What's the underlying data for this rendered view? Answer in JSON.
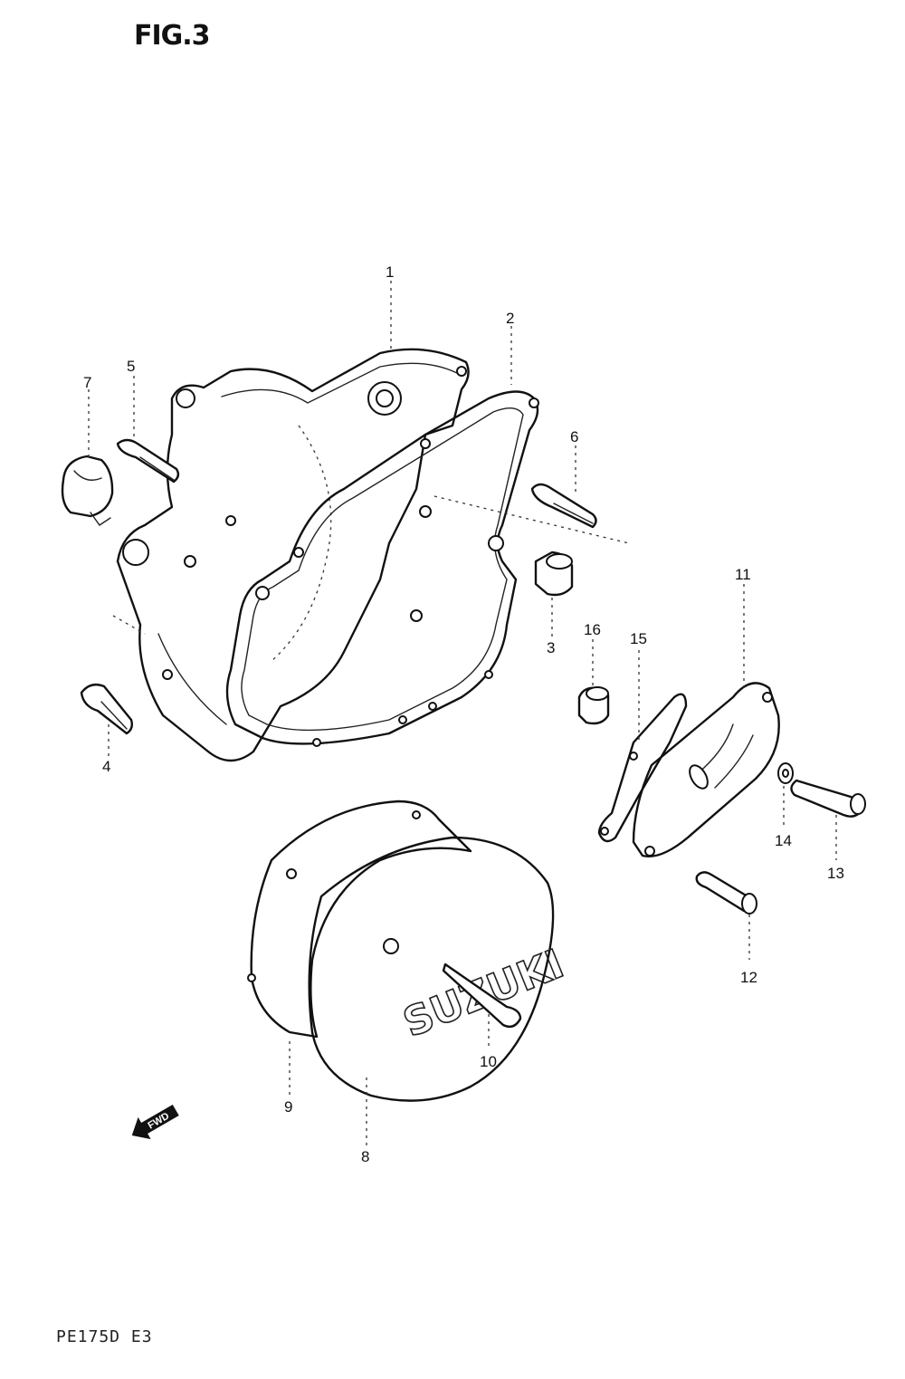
{
  "figure": {
    "title": "FIG.3",
    "model_code": "PE175D E3"
  },
  "forward_arrow": {
    "label": "FWD"
  },
  "callouts": [
    {
      "number": "1"
    },
    {
      "number": "2"
    },
    {
      "number": "3"
    },
    {
      "number": "4"
    },
    {
      "number": "5"
    },
    {
      "number": "6"
    },
    {
      "number": "7"
    },
    {
      "number": "8"
    },
    {
      "number": "9"
    },
    {
      "number": "10"
    },
    {
      "number": "11"
    },
    {
      "number": "12"
    },
    {
      "number": "13"
    },
    {
      "number": "14"
    },
    {
      "number": "15"
    },
    {
      "number": "16"
    }
  ]
}
